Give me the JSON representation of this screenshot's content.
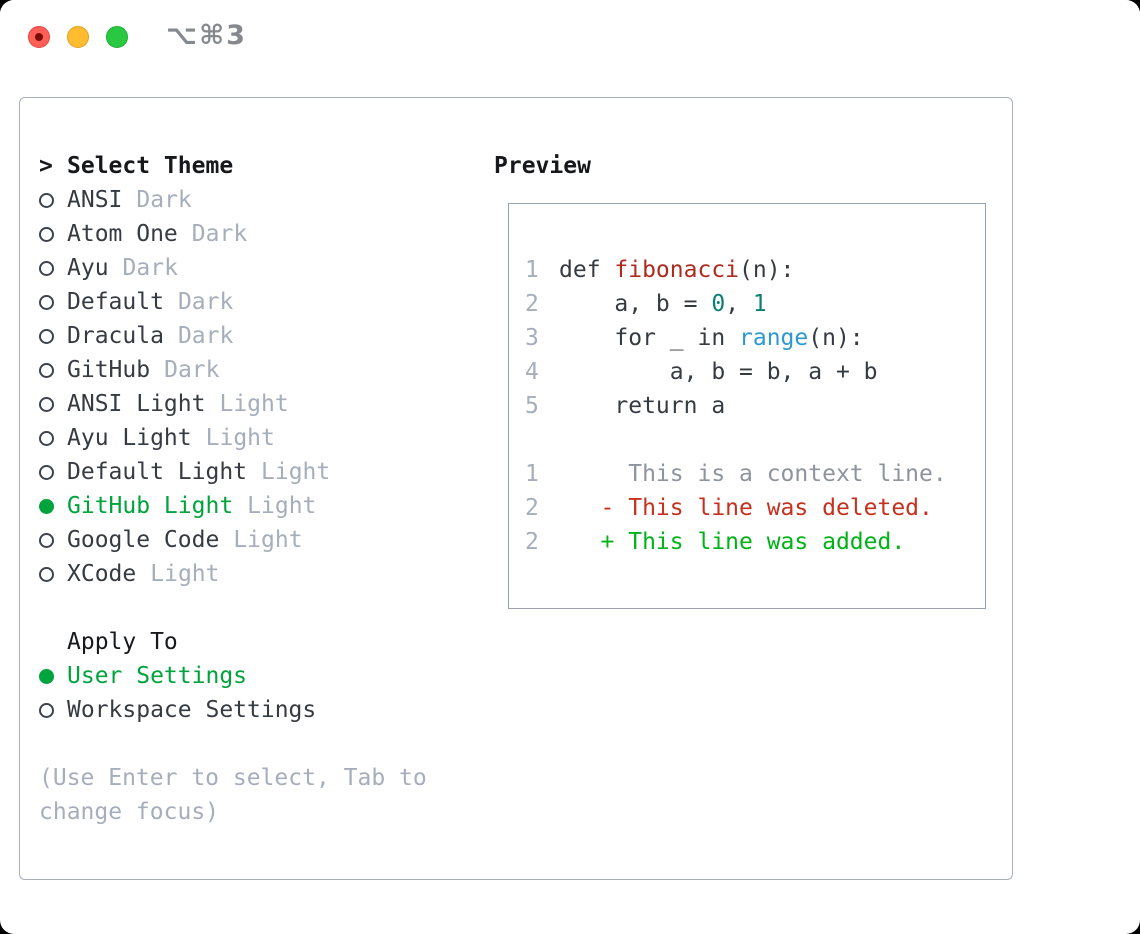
{
  "window": {
    "shortcut": "⌥⌘3",
    "traffic_lights": [
      {
        "name": "close",
        "color": "#ff5f57",
        "edited_dot": true
      },
      {
        "name": "minimize",
        "color": "#febc2e"
      },
      {
        "name": "zoom",
        "color": "#28c840"
      }
    ]
  },
  "theme_picker": {
    "prompt": ">",
    "title": "Select Theme",
    "items": [
      {
        "name": "ANSI",
        "badge": "Dark",
        "selected": false
      },
      {
        "name": "Atom One",
        "badge": "Dark",
        "selected": false
      },
      {
        "name": "Ayu",
        "badge": "Dark",
        "selected": false
      },
      {
        "name": "Default",
        "badge": "Dark",
        "selected": false
      },
      {
        "name": "Dracula",
        "badge": "Dark",
        "selected": false
      },
      {
        "name": "GitHub",
        "badge": "Dark",
        "selected": false
      },
      {
        "name": "ANSI Light",
        "badge": "Light",
        "selected": false
      },
      {
        "name": "Ayu Light",
        "badge": "Light",
        "selected": false
      },
      {
        "name": "Default Light",
        "badge": "Light",
        "selected": false
      },
      {
        "name": "GitHub Light",
        "badge": "Light",
        "selected": true
      },
      {
        "name": "Google Code",
        "badge": "Light",
        "selected": false
      },
      {
        "name": "XCode",
        "badge": "Light",
        "selected": false
      }
    ]
  },
  "apply_to": {
    "title": "Apply To",
    "options": [
      {
        "label": "User Settings",
        "selected": true
      },
      {
        "label": "Workspace Settings",
        "selected": false
      }
    ]
  },
  "help_text": "(Use Enter to select, Tab to change focus)",
  "preview": {
    "title": "Preview",
    "code_lines": [
      {
        "number": "1",
        "segments": [
          {
            "text": "def ",
            "color": "code"
          },
          {
            "text": "fibonacci",
            "color": "function"
          },
          {
            "text": "(n):",
            "color": "code"
          }
        ]
      },
      {
        "number": "2",
        "segments": [
          {
            "text": "    a, b = ",
            "color": "code"
          },
          {
            "text": "0",
            "color": "number"
          },
          {
            "text": ", ",
            "color": "code"
          },
          {
            "text": "1",
            "color": "number"
          }
        ]
      },
      {
        "number": "3",
        "segments": [
          {
            "text": "    for _ in ",
            "color": "code"
          },
          {
            "text": "range",
            "color": "builtin"
          },
          {
            "text": "(n):",
            "color": "code"
          }
        ]
      },
      {
        "number": "4",
        "segments": [
          {
            "text": "        a, b = b, a + b",
            "color": "code"
          }
        ]
      },
      {
        "number": "5",
        "segments": [
          {
            "text": "    return a",
            "color": "code"
          }
        ]
      },
      {
        "number": "",
        "segments": []
      },
      {
        "number": "1",
        "segments": [
          {
            "text": "     This is a context line.",
            "color": "context"
          }
        ]
      },
      {
        "number": "2",
        "segments": [
          {
            "text": "   - This line was deleted.",
            "color": "deleted"
          }
        ]
      },
      {
        "number": "2",
        "segments": [
          {
            "text": "   + This line was added.",
            "color": "added"
          }
        ]
      }
    ]
  },
  "colors": {
    "accent_green": "#00a33c",
    "added_green": "#00b318",
    "deleted_red": "#c5301f",
    "function_red": "#ae2b20",
    "number_teal": "#0f7e72",
    "builtin_blue": "#2d98d2",
    "text_dark": "#363b42",
    "heading_black": "#16181b",
    "muted_gray": "#a6aebb",
    "context_gray": "#8d949d",
    "panel_border": "#a9b0ba",
    "preview_border": "#9aa2ad",
    "traffic_red": "#ff5f57",
    "traffic_yellow": "#febc2e",
    "traffic_green": "#28c840"
  }
}
